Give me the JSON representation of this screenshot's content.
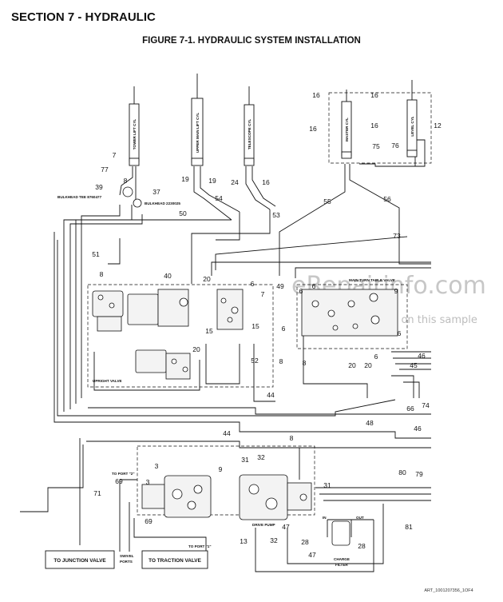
{
  "header": {
    "section": "SECTION 7 - HYDRAULIC",
    "figure_title": "FIGURE 7-1. HYDRAULIC SYSTEM INSTALLATION"
  },
  "cylinders": {
    "tower": "TOWER LIFT CYL",
    "upper": "UPPER MAIN LIFT CYL",
    "telescope": "TELESCOPE CYL",
    "master": "MASTER CYL",
    "level": "LEVEL CYL"
  },
  "labels": {
    "bulkhead_tee": "BULKHEAD TEE 8760477",
    "bulkhead": "BULKHEAD 2230025",
    "main_valve": "MAIN TURN TABLE VALVE",
    "upright_valve": "UPRIGHT VALVE",
    "drive_pump": "DRIVE PUMP",
    "to_port_2": "TO PORT \"2\"",
    "to_port_1": "TO PORT \"1\"",
    "swivel_1": "SWIVEL",
    "swivel_2": "PORTS",
    "in": "IN",
    "out": "OUT",
    "charge_1": "CHARGE",
    "charge_2": "FILTER",
    "junction_valve": "TO JUNCTION VALVE",
    "traction_valve": "TO TRACTION VALVE",
    "art_number": "ART_1001207356_1OF4"
  },
  "watermark": {
    "site": "eRepairinfo.com",
    "note": "Watermark only on this sample"
  },
  "callouts": [
    "16",
    "16",
    "16",
    "16",
    "12",
    "75",
    "76",
    "7",
    "77",
    "8",
    "19",
    "19",
    "24",
    "16",
    "39",
    "37",
    "50",
    "54",
    "53",
    "55",
    "56",
    "73",
    "51",
    "8",
    "40",
    "20",
    "6",
    "7",
    "15",
    "15",
    "49",
    "6",
    "6",
    "9",
    "6",
    "8",
    "8",
    "20",
    "20",
    "6",
    "6",
    "20",
    "52",
    "44",
    "46",
    "45",
    "66",
    "74",
    "44",
    "48",
    "46",
    "8",
    "3",
    "31",
    "32",
    "9",
    "69",
    "3",
    "71",
    "31",
    "80",
    "79",
    "69",
    "13",
    "32",
    "47",
    "28",
    "28",
    "47",
    "81"
  ]
}
